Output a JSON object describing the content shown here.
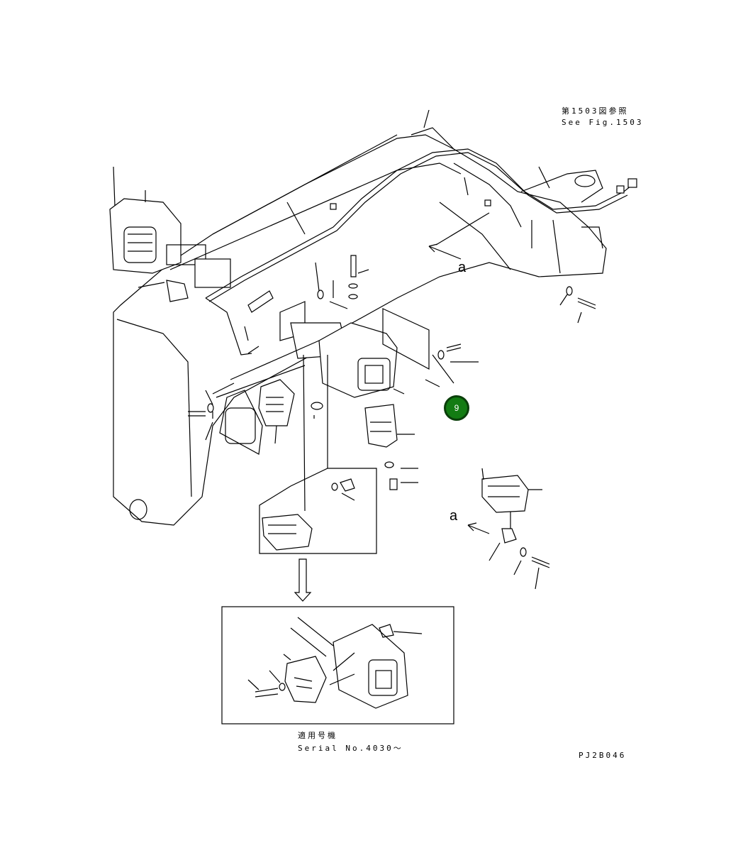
{
  "reference": {
    "jp": "第1503図参照",
    "en": "See Fig.1503"
  },
  "callouts": {
    "a_upper": "a",
    "a_lower": "a"
  },
  "marker": {
    "label": "9",
    "color": "#137c13"
  },
  "inset": {
    "jp": "適用号機",
    "en": "Serial No.4030～"
  },
  "figure_code": "PJ2B046",
  "icons": [
    "arrow-down-icon",
    "arrow-left-icon"
  ]
}
